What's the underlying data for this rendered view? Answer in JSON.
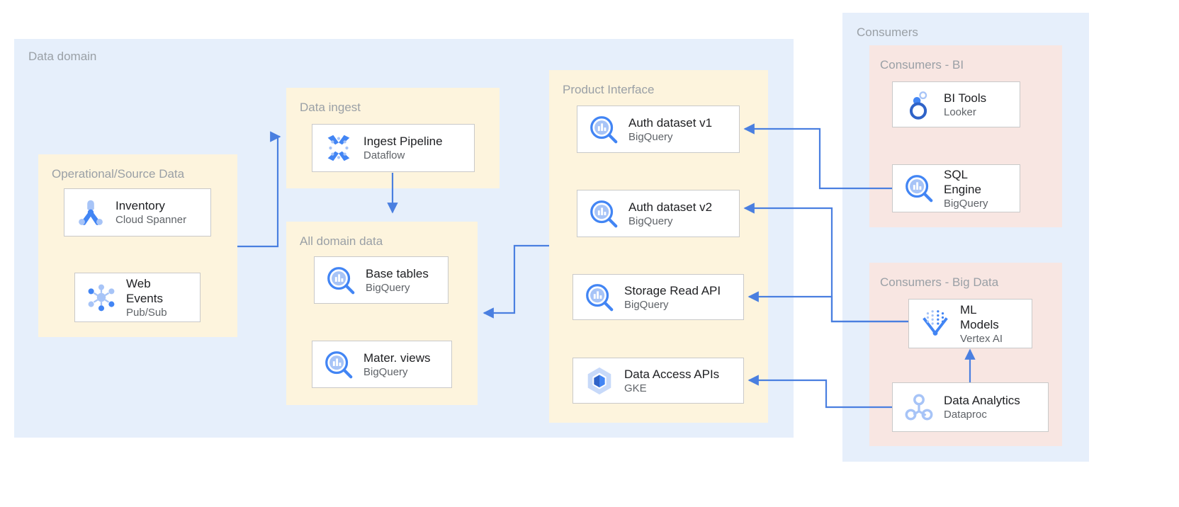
{
  "palette": {
    "domain_bg": "#e6effb",
    "group_yellow": "#fdf4dd",
    "group_pink": "#f8e6e2",
    "consumers_bg": "#e6effb",
    "arrow": "#4a7fe0",
    "node_border": "#c9c9c9",
    "title_gray": "#9aa0a6",
    "text_primary": "#202124",
    "text_secondary": "#5f6368",
    "icon_blue": "#4285f4",
    "icon_blue_light": "#a7c4f7"
  },
  "groups": {
    "data_domain": {
      "title": "Data domain"
    },
    "operational": {
      "title": "Operational/Source Data"
    },
    "data_ingest": {
      "title": "Data ingest"
    },
    "all_domain_data": {
      "title": "All domain data"
    },
    "product_interface": {
      "title": "Product Interface"
    },
    "consumers": {
      "title": "Consumers"
    },
    "consumers_bi": {
      "title": "Consumers - BI"
    },
    "consumers_big_data": {
      "title": "Consumers - Big Data"
    }
  },
  "nodes": {
    "inventory": {
      "title": "Inventory",
      "subtitle": "Cloud Spanner",
      "icon": "cloud-spanner-icon"
    },
    "web_events": {
      "title": "Web\nEvents",
      "subtitle": "Pub/Sub",
      "icon": "pubsub-icon"
    },
    "ingest_pipeline": {
      "title": "Ingest Pipeline",
      "subtitle": "Dataflow",
      "icon": "dataflow-icon"
    },
    "base_tables": {
      "title": "Base tables",
      "subtitle": "BigQuery",
      "icon": "bigquery-icon"
    },
    "mater_views": {
      "title": "Mater. views",
      "subtitle": "BigQuery",
      "icon": "bigquery-icon"
    },
    "auth_v1": {
      "title": "Auth dataset v1",
      "subtitle": "BigQuery",
      "icon": "bigquery-icon"
    },
    "auth_v2": {
      "title": "Auth dataset v2",
      "subtitle": "BigQuery",
      "icon": "bigquery-icon"
    },
    "storage_read": {
      "title": "Storage Read API",
      "subtitle": "BigQuery",
      "icon": "bigquery-icon"
    },
    "data_access": {
      "title": "Data Access APIs",
      "subtitle": "GKE",
      "icon": "gke-icon"
    },
    "bi_tools": {
      "title": "BI Tools",
      "subtitle": "Looker",
      "icon": "looker-icon"
    },
    "sql_engine": {
      "title": "SQL\nEngine",
      "subtitle": "BigQuery",
      "icon": "bigquery-icon"
    },
    "ml_models": {
      "title": "ML\nModels",
      "subtitle": "Vertex AI",
      "icon": "vertex-ai-icon"
    },
    "data_analytics": {
      "title": "Data Analytics",
      "subtitle": "Dataproc",
      "icon": "dataproc-icon"
    }
  }
}
